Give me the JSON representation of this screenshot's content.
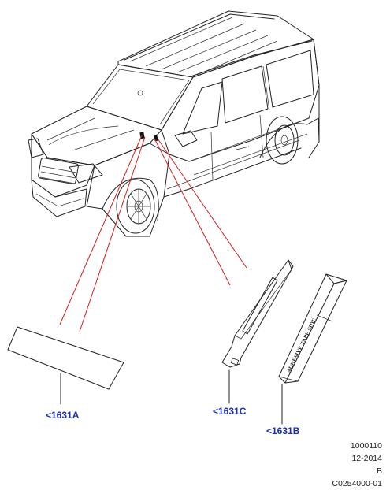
{
  "callouts": {
    "a": "<1631A",
    "b": "<1631B",
    "c": "<1631C"
  },
  "part_text": "ADHESIVE TAPE SIDE",
  "meta": {
    "line1": "1000110",
    "line2": "12-2014",
    "line3": "LB",
    "line4": "C0254000-01"
  },
  "colors": {
    "callout": "#1a2fb0",
    "leader_red": "#d61e1e",
    "line": "#222222"
  }
}
